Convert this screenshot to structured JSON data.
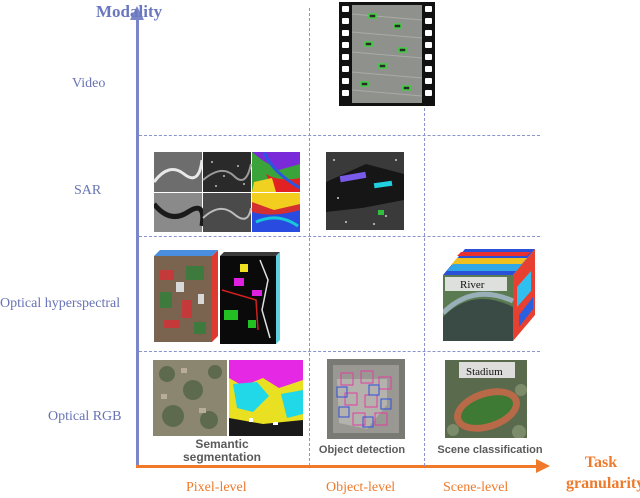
{
  "axes": {
    "y_title": "Modality",
    "x_title_line1": "Task",
    "x_title_line2": "granularity"
  },
  "rows": [
    "Video",
    "SAR",
    "Optical hyperspectral",
    "Optical RGB"
  ],
  "columns": [
    "Pixel-level",
    "Object-level",
    "Scene-level"
  ],
  "captions": {
    "semantic_line1": "Semantic",
    "semantic_line2": "segmentation",
    "object_detection": "Object detection",
    "scene_classification": "Scene classification"
  },
  "image_labels": {
    "river": "River",
    "stadium": "Stadium"
  },
  "colors": {
    "modality_axis": "#7b86c8",
    "granularity_axis": "#f07a2a",
    "grid": "#8a94cc",
    "caption": "#5a5a5a"
  }
}
